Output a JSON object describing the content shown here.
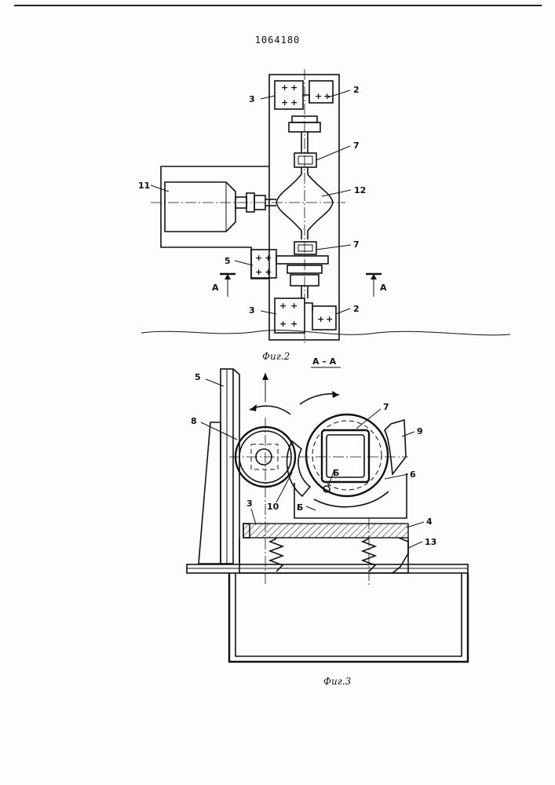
{
  "header": {
    "patent_number": "1064180"
  },
  "fig2": {
    "caption": "Фиг.2",
    "labels": {
      "n2_top": "2",
      "n3_top": "3",
      "n7_top": "7",
      "n11": "11",
      "n12": "12",
      "n5": "5",
      "n7_bottom": "7",
      "n3_bottom": "3",
      "n2_bottom": "2"
    },
    "section_marks": {
      "left": "A",
      "right": "A"
    }
  },
  "fig3": {
    "caption": "Фиг.3",
    "section_title": "А – А",
    "labels": {
      "n5": "5",
      "n7": "7",
      "n8": "8",
      "n9": "9",
      "n6": "6",
      "n10": "10",
      "n3": "3",
      "n4": "4",
      "n13": "13",
      "nB1": "Б",
      "nB2": "Б"
    }
  }
}
